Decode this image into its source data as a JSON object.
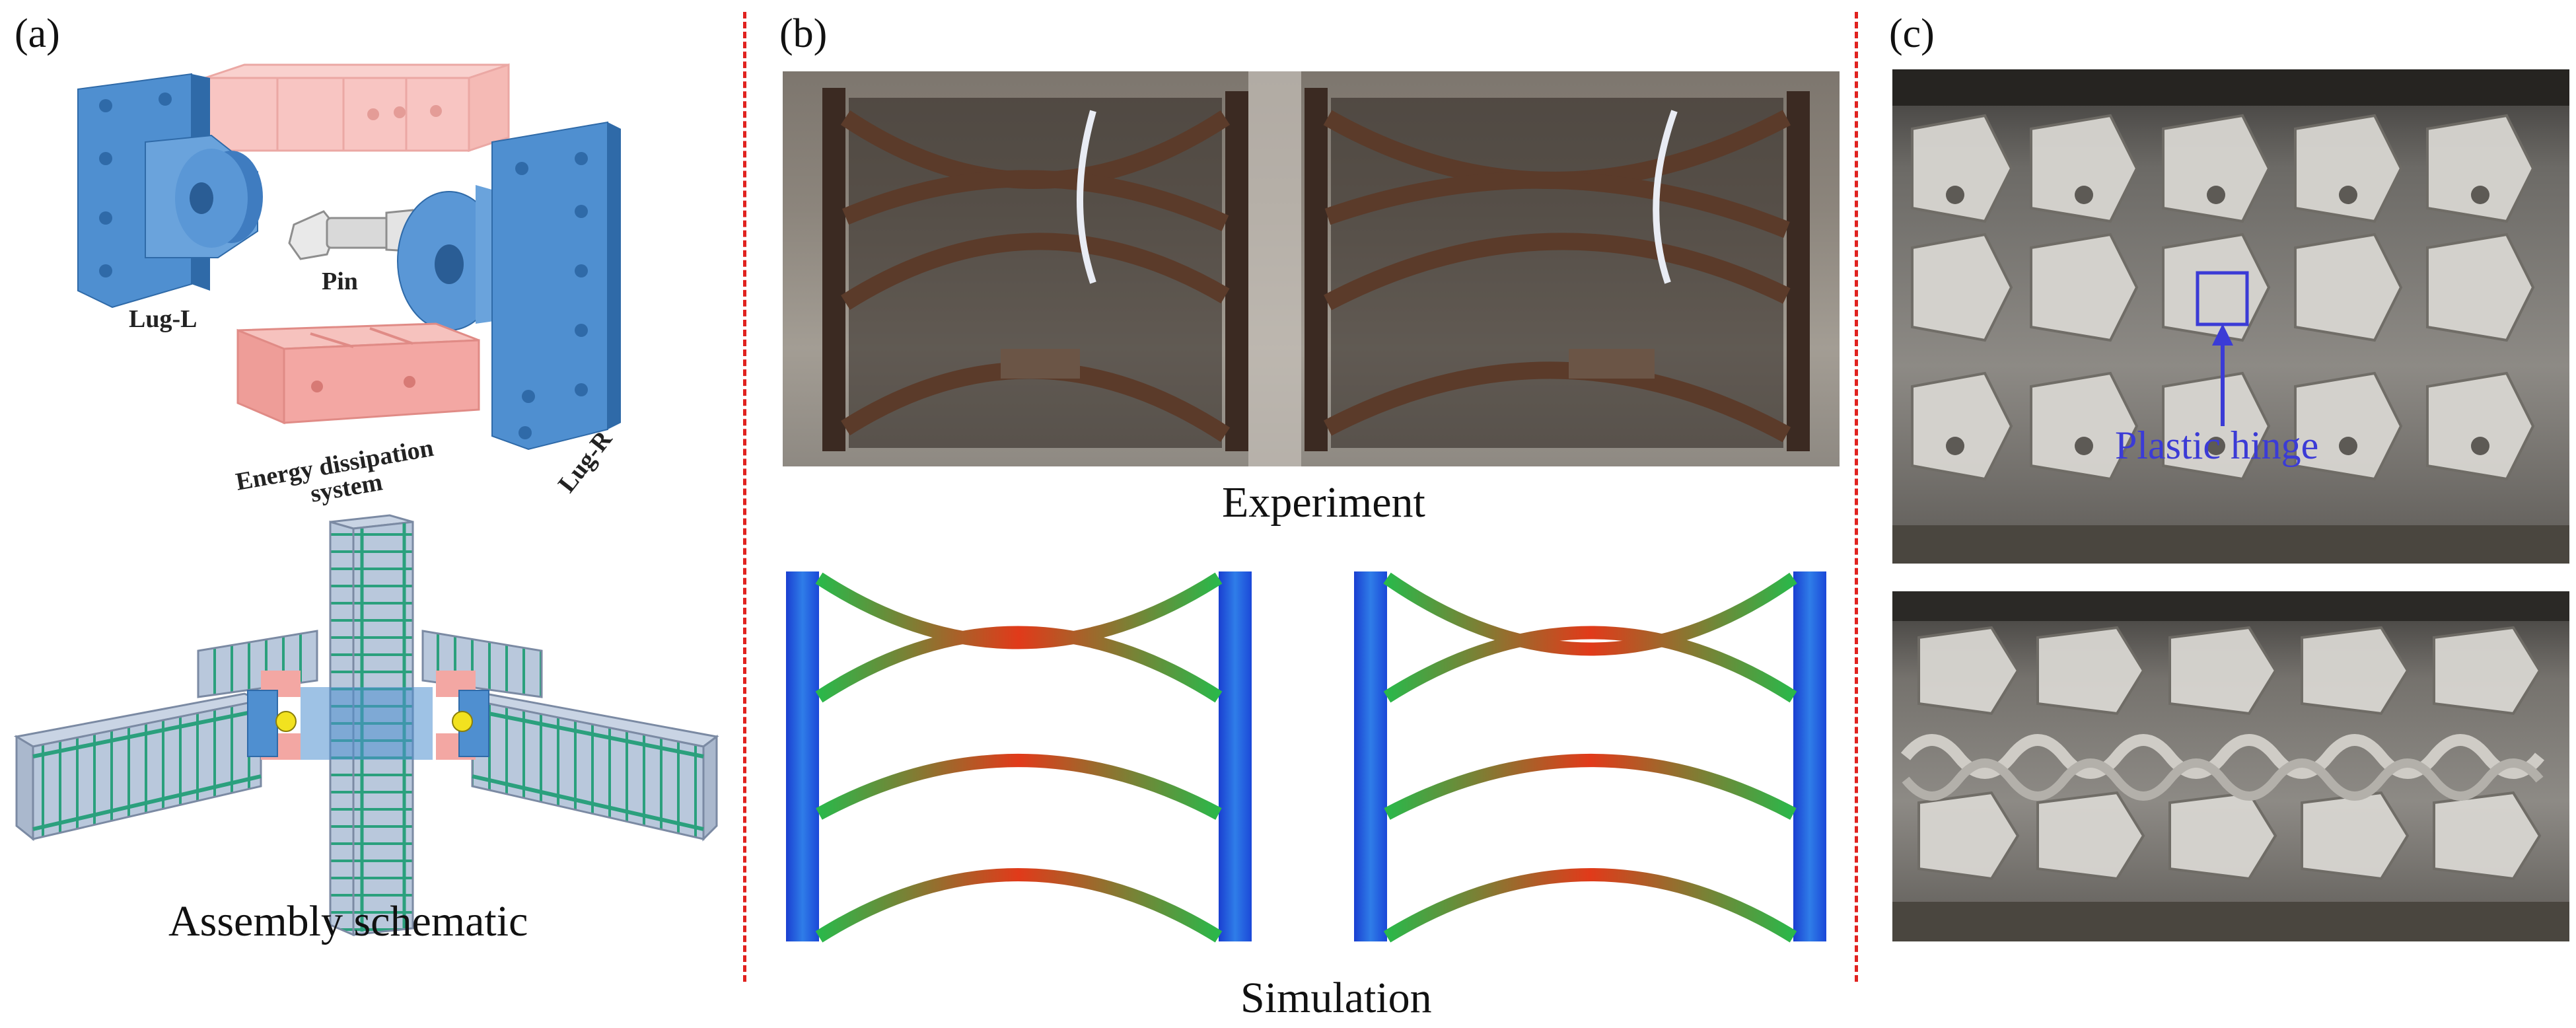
{
  "panels": {
    "a": {
      "label": "(a)",
      "parts": {
        "lug_left": "Lug-L",
        "pin": "Pin",
        "energy_line1": "Energy dissipation",
        "energy_line2": "system",
        "lug_right": "Lug-R"
      },
      "caption": "Assembly schematic"
    },
    "b": {
      "label": "(b)",
      "caption_top": "Experiment",
      "caption_bottom": "Simulation"
    },
    "c": {
      "label": "(c)",
      "annotation": "Plastic hinge"
    }
  },
  "colors": {
    "lug_blue": "#4f8fd0",
    "lug_blue_dark": "#2f6aa8",
    "box_pink": "#f3a7a3",
    "divider_red": "#e0221f",
    "annotation_blue": "#3b3bd6"
  }
}
